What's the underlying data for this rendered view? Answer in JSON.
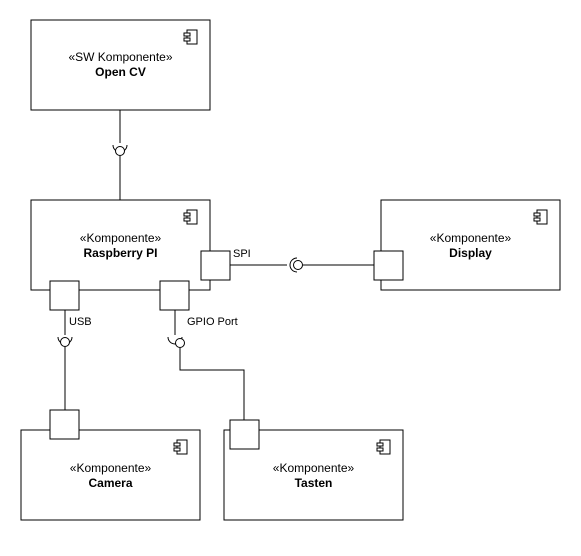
{
  "components": {
    "opencv": {
      "stereotype": "«SW Komponente»",
      "name": "Open CV"
    },
    "raspberry": {
      "stereotype": "«Komponente»",
      "name": "Raspberry PI"
    },
    "display": {
      "stereotype": "«Komponente»",
      "name": "Display"
    },
    "camera": {
      "stereotype": "«Komponente»",
      "name": "Camera"
    },
    "tasten": {
      "stereotype": "«Komponente»",
      "name": "Tasten"
    }
  },
  "ports": {
    "spi": {
      "label": "SPI"
    },
    "usb": {
      "label": "USB"
    },
    "gpio": {
      "label": "GPIO Port"
    }
  },
  "icons": {
    "component": "uml-component-icon",
    "interface": "provided-required-interface-icon"
  },
  "colors": {
    "stroke": "#000000",
    "fill": "#ffffff",
    "background": "#ffffff"
  }
}
